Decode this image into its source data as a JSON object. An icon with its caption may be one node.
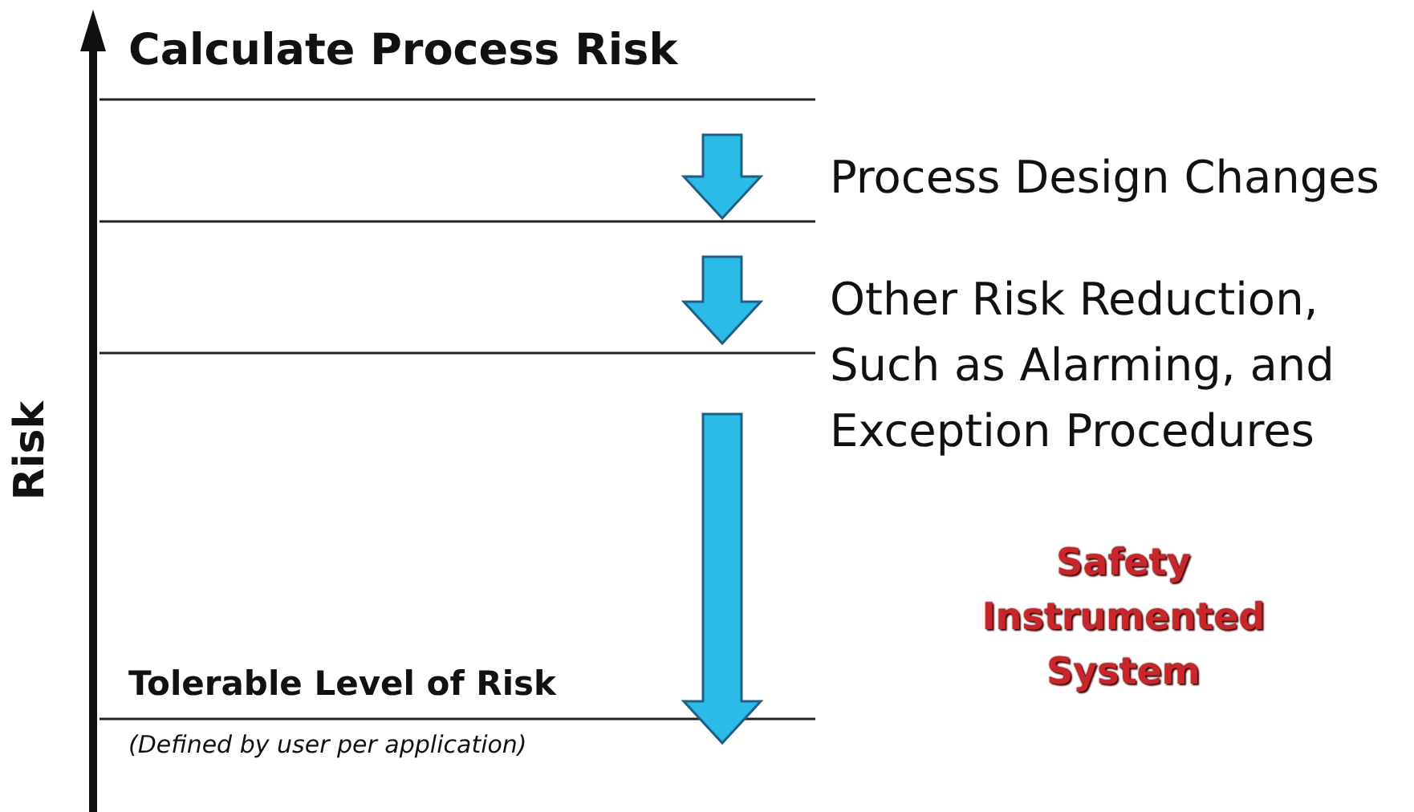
{
  "diagram": {
    "labels": [
      "Risk",
      "Calculate Process Risk",
      "Process Design Changes",
      "Other Risk Reduction, Such as Alarming, and Exception Procedures",
      "Safety Instrumented System",
      "Tolerable Level of Risk",
      "(Defined by user per application)"
    ]
  }
}
